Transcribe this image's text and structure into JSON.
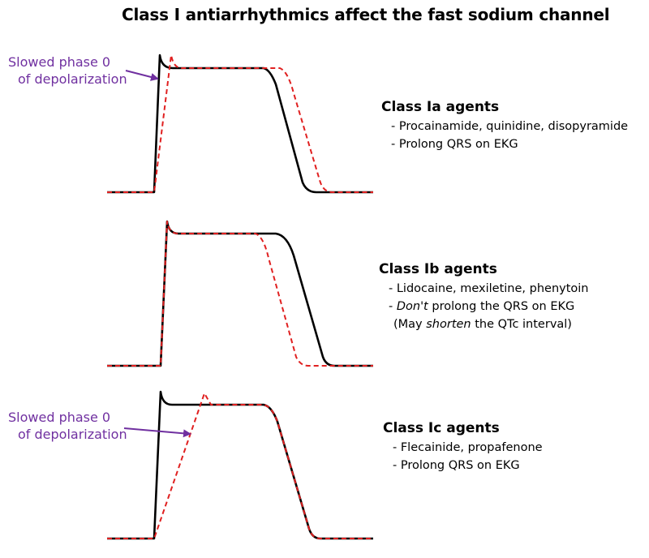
{
  "title": "Class I antiarrhythmics affect the fast sodium channel",
  "annotation": {
    "line1": "Slowed phase 0",
    "line2": "of depolarization"
  },
  "panels": [
    {
      "heading": "Class Ia agents",
      "bullets": [
        "- Procainamide, quinidine, disopyramide",
        "- Prolong QRS on EKG"
      ]
    },
    {
      "heading": "Class Ib agents",
      "bullets": [
        [
          "- ",
          "Don't",
          " prolong the QRS on EKG"
        ],
        [
          "(May ",
          "shorten",
          " the QTc interval)"
        ]
      ],
      "bullet1": "- Lidocaine, mexiletine, phenytoin"
    },
    {
      "heading": "Class Ic agents",
      "bullets": [
        "- Flecainide, propafenone",
        "- Prolong QRS on EKG"
      ]
    }
  ],
  "colors": {
    "normal_trace": "#000000",
    "drug_trace": "#e02020",
    "annotation": "#7030a0"
  }
}
